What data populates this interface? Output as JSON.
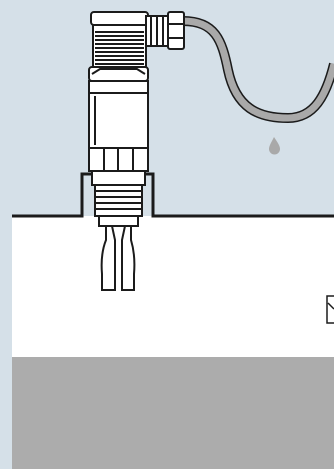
{
  "diagram": {
    "colors": {
      "background": "#d5e0e8",
      "vessel_interior": "#ffffff",
      "liquid": "#acacac",
      "outline": "#1b1b1b",
      "cable": "#a9a9a9",
      "droplet": "#a9a9a9"
    },
    "components": [
      {
        "name": "vibrating-fork-level-switch",
        "type": "sensor"
      },
      {
        "name": "cable-connector",
        "type": "connector"
      },
      {
        "name": "cable",
        "type": "cable"
      },
      {
        "name": "water-droplet",
        "type": "icon"
      },
      {
        "name": "vessel-lid",
        "type": "structure"
      },
      {
        "name": "liquid-fill",
        "type": "medium"
      }
    ]
  }
}
